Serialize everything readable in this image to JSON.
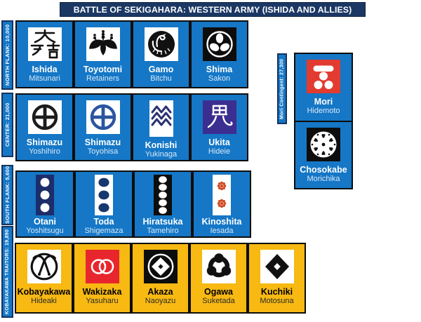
{
  "title": "BATTLE OF SEKIGAHARA: WESTERN ARMY (ISHIDA AND ALLIES)",
  "colors": {
    "title_bar": "#1b3764",
    "card_blue": "#1577c6",
    "card_yellow": "#f7b912",
    "sidebar_blue": "#1577c6",
    "ukita_purple": "#3b2e91",
    "mori_red": "#e23b30",
    "wakizaka_red": "#e8262d",
    "ink_black": "#111111"
  },
  "sidebar": {
    "flanks": [
      {
        "label": "NORTH FLANK: 10,000"
      },
      {
        "label": "CENTER: 21,000"
      },
      {
        "label": "SOUTH FLANK: 5,600"
      },
      {
        "label": "KOBAYAKAWA TRAITORS: 19,890"
      }
    ]
  },
  "mori_contingent_label": "Mori Contingent: 27,300",
  "rows": [
    {
      "theme": "blue",
      "units": [
        {
          "name": "Ishida",
          "subtitle": "Mitsunari",
          "mon": "ishida-kanji"
        },
        {
          "name": "Toyotomi",
          "subtitle": "Retainers",
          "mon": "paulownia"
        },
        {
          "name": "Gamo",
          "subtitle": "Bitchu",
          "mon": "crane-in-circle"
        },
        {
          "name": "Shima",
          "subtitle": "Sakon",
          "mon": "oak-leaves-in-ring"
        }
      ]
    },
    {
      "theme": "blue",
      "units": [
        {
          "name": "Shimazu",
          "subtitle": "Yoshihiro",
          "mon": "cross-in-circle-black"
        },
        {
          "name": "Shimazu",
          "subtitle": "Toyohisa",
          "mon": "cross-in-circle-blue"
        },
        {
          "name": "Konishi",
          "subtitle": "Yukinaga",
          "mon": "zigzag-waves"
        },
        {
          "name": "Ukita",
          "subtitle": "Hideie",
          "mon": "ji-kanji-on-purple"
        }
      ]
    },
    {
      "theme": "blue",
      "units": [
        {
          "name": "Otani",
          "subtitle": "Yoshitsugu",
          "mon": "three-dots-navy-bar"
        },
        {
          "name": "Toda",
          "subtitle": "Shigemaza",
          "mon": "three-ovals-white-bar"
        },
        {
          "name": "Hiratsuka",
          "subtitle": "Tamehiro",
          "mon": "five-dots-black-bar"
        },
        {
          "name": "Kinoshita",
          "subtitle": "Iesada",
          "mon": "two-blossoms-white-bar"
        }
      ]
    },
    {
      "theme": "yellow",
      "units": [
        {
          "name": "Kobayakawa",
          "subtitle": "Hideaki",
          "mon": "crossed-sickles-in-ring"
        },
        {
          "name": "Wakizaka",
          "subtitle": "Yasuharu",
          "mon": "interlocked-rings-on-red"
        },
        {
          "name": "Akaza",
          "subtitle": "Naoyazu",
          "mon": "diamond-in-ring-on-black"
        },
        {
          "name": "Ogawa",
          "subtitle": "Suketada",
          "mon": "mitsudomoe"
        },
        {
          "name": "Kuchiki",
          "subtitle": "Motosuna",
          "mon": "hollow-diamond"
        }
      ]
    }
  ],
  "right_column": {
    "units": [
      {
        "name": "Mori",
        "subtitle": "Hidemoto",
        "mon": "bar-and-three-stars-red"
      },
      {
        "name": "Chosokabe",
        "subtitle": "Morichika",
        "mon": "katabami-disc-black"
      }
    ]
  }
}
